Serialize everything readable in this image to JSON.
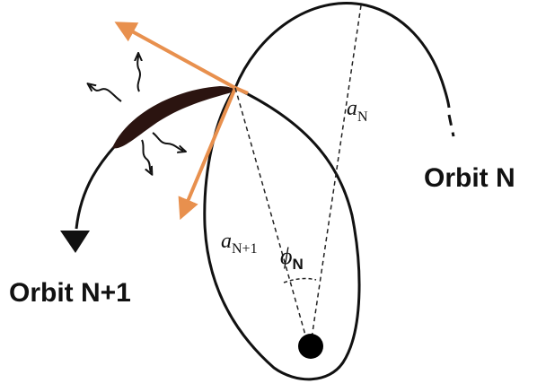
{
  "labels": {
    "orbit_n": "Orbit N",
    "orbit_n1": "Orbit N+1",
    "a_n_symbol": "a",
    "a_n_sub": "N",
    "a_n1_symbol": "a",
    "a_n1_sub": "N+1",
    "phi_symbol": "ϕ",
    "phi_sub": "N"
  },
  "colors": {
    "orbit_line": "#111111",
    "velocity_arrow": "#e8904e",
    "ejecta": "#2b1410",
    "central_body": "#000000",
    "dashed_line": "#222222"
  },
  "icons": {
    "central_body": "filled-circle",
    "ejecta": "mass-loss-blob",
    "wiggle_arrows": "wavy-arrow"
  }
}
